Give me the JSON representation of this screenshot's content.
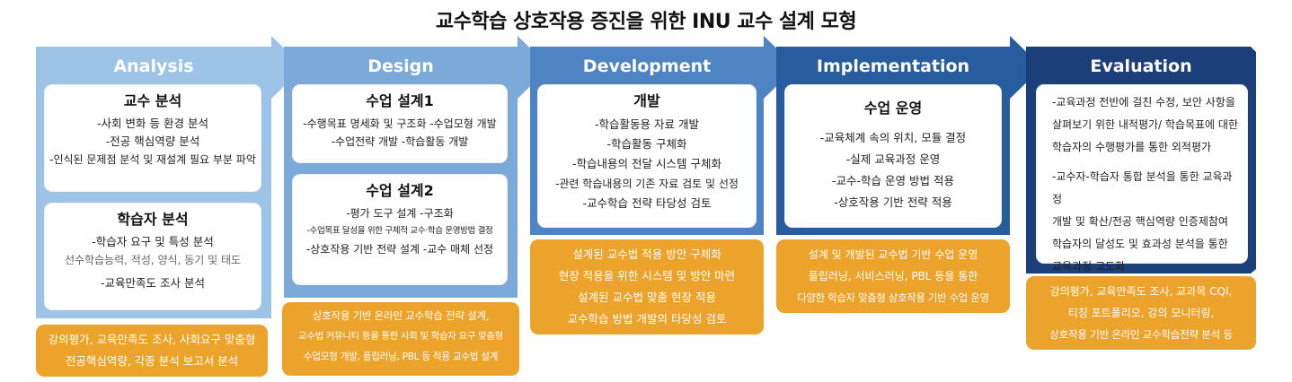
{
  "title": "교수학습 상호작용 증진을 위한 INU 교수 설계 모형",
  "colors": {
    "analysis": "#9DC3E6",
    "design": "#7BAAD9",
    "development": "#4E83C4",
    "implementation": "#275C9F",
    "evaluation": "#1C3F7A",
    "orange": "#ECA32C"
  },
  "stages": [
    {
      "label": "Analysis",
      "boxes": [
        {
          "heading": "교수 분석",
          "lines": [
            "-사회 변화 등 환경 분석",
            "-전공 핵심역량 분석",
            "-인식된 문제점 분석 및 재설계 필요 부분 파악"
          ]
        },
        {
          "heading": "학습자 분석",
          "lines": [
            "-학습자 요구 및 특성 분석"
          ],
          "sub": "선수학습능력, 적성, 양식, 동기 및 태도",
          "lines2": [
            "-교육만족도 조사 분석"
          ]
        }
      ],
      "orange": [
        "강의평가, 교육만족도 조사, 사회요구 맞춤형",
        "전공핵심역량, 각종 분석 보고서 분석"
      ]
    },
    {
      "label": "Design",
      "boxes": [
        {
          "heading": "수업 설계1",
          "lines": [
            "-수행목표 명세화 및 구조화  -수업모형 개발",
            "-수업전략 개발  -학습활동 개발"
          ]
        },
        {
          "heading": "수업 설계2",
          "lines": [
            "-평가 도구 설계    -구조화",
            "-수업목표 달성을 위한 구체적 교수·학습 운영방법 결정",
            "-상호작용 기반 전략 설계    -교수 매체 선정"
          ]
        }
      ],
      "orange": [
        "상호작용 기반 온라인 교수학습 전략 설계,",
        "교수법 커뮤니티 등을 통한 사회 및 학습자 요구 맞춤형",
        "수업모형 개발, 플립러닝, PBL 등 적용 교수법 설계"
      ]
    },
    {
      "label": "Development",
      "boxes": [
        {
          "heading": "개발",
          "lines": [
            "-학습활동용 자료 개발",
            "-학습활동 구체화",
            "-학습내용의 전달 시스템 구체화",
            "-관련 학습내용의 기존 자료 검토 및 선정",
            "-교수학습 전략 타당성 검토"
          ]
        }
      ],
      "orange": [
        "설계된 교수법 적용 방안 구체화",
        "현장 적용을 위한 시스템 및 방안 마련",
        "설계된 교수법 맞춤 현장 적용",
        "교수학습 방법 개발의 타당성 검토"
      ]
    },
    {
      "label": "Implementation",
      "boxes": [
        {
          "heading": "수업 운영",
          "lines": [
            "-교육체계 속의 위치, 모듈 결정",
            "-실제 교육과정 운영",
            "-교수-학습 운영 방법 적용",
            "-상호작용 기반 전략 적용"
          ]
        }
      ],
      "orange": [
        "설계 및 개발된 교수법 기반 수업 운영",
        "플립러닝, 서비스러닝, PBL 등을 통한",
        "다양한 학습자 맞춤형 상호작용 기반 수업 운영"
      ]
    },
    {
      "label": "Evaluation",
      "boxes": [
        {
          "lines": [
            "-교육과정 전반에 걸친 수정, 보안 사항을",
            "살펴보기 위한 내적평가/ 학습목표에 대한",
            "학습자의 수행평가를 통한 외적평가"
          ],
          "lines2": [
            "-교수자-학습자 통합 분석을 통한 교육과정",
            "개발 및 확산/전공 핵심역량 인증제참여",
            "학습자의 달성도 및 효과성 분석을 통한",
            "교육과정 고도화"
          ]
        }
      ],
      "orange": [
        "강의평가, 교육만족도 조사, 교과목 CQI,",
        "티칭 포트폴리오, 강의 모니터링,",
        "상호작용 기반 온라인 교수학습전략 분석 등"
      ]
    }
  ]
}
